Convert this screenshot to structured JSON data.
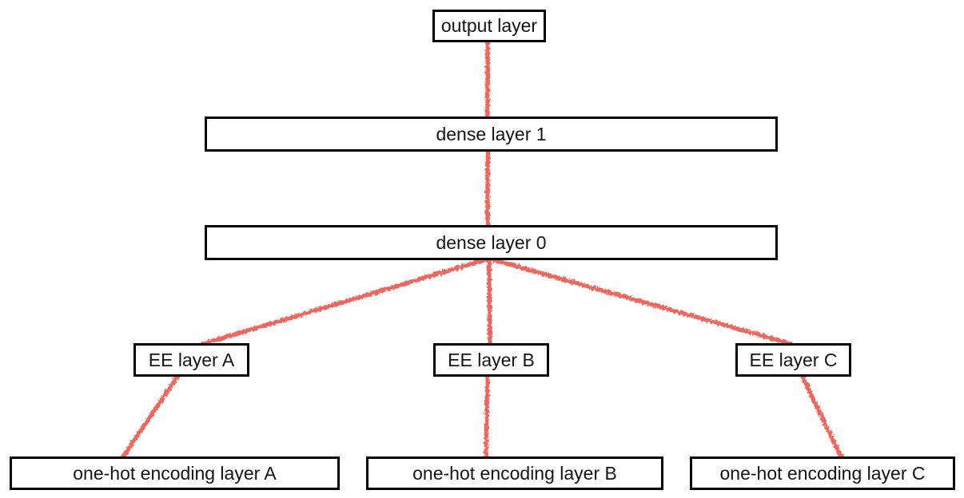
{
  "diagram": {
    "type": "neural-network-architecture",
    "background_color": "#ffffff",
    "box_border_color": "#000000",
    "text_color": "#141414",
    "connector_color": "#ea6861",
    "nodes": {
      "output_layer": {
        "label": "output layer"
      },
      "dense_layer_1": {
        "label": "dense layer 1"
      },
      "dense_layer_0": {
        "label": "dense layer 0"
      },
      "ee_layer_a": {
        "label": "EE layer A"
      },
      "ee_layer_b": {
        "label": "EE layer B"
      },
      "ee_layer_c": {
        "label": "EE layer C"
      },
      "one_hot_a": {
        "label": "one-hot encoding layer A"
      },
      "one_hot_b": {
        "label": "one-hot encoding layer B"
      },
      "one_hot_c": {
        "label": "one-hot encoding layer C"
      }
    },
    "edges": [
      {
        "id": "output-dense1",
        "from": "dense_layer_1",
        "to": "output_layer"
      },
      {
        "id": "dense1-dense0",
        "from": "dense_layer_0",
        "to": "dense_layer_1"
      },
      {
        "id": "dense0-eeA",
        "from": "ee_layer_a",
        "to": "dense_layer_0"
      },
      {
        "id": "dense0-eeB",
        "from": "ee_layer_b",
        "to": "dense_layer_0"
      },
      {
        "id": "dense0-eeC",
        "from": "ee_layer_c",
        "to": "dense_layer_0"
      },
      {
        "id": "eeA-onehotA",
        "from": "one_hot_a",
        "to": "ee_layer_a"
      },
      {
        "id": "eeB-onehotB",
        "from": "one_hot_b",
        "to": "ee_layer_b"
      },
      {
        "id": "eeC-onehotC",
        "from": "one_hot_c",
        "to": "ee_layer_c"
      }
    ]
  }
}
